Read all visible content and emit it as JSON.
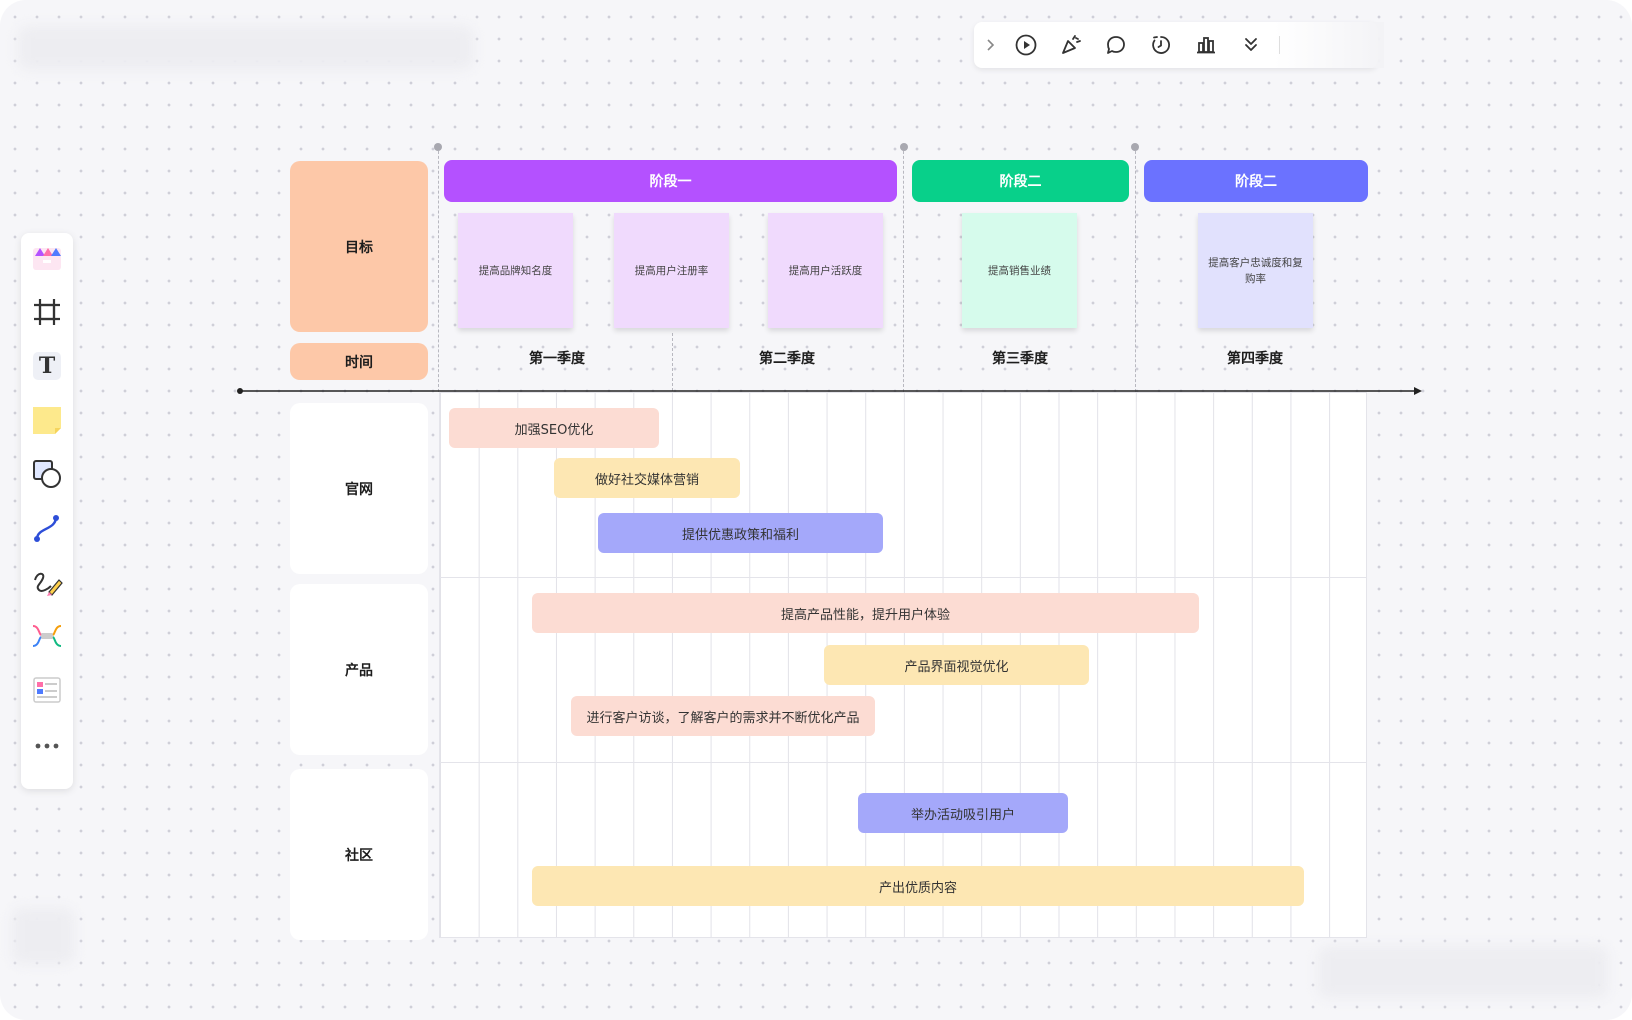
{
  "topbar": {
    "icons": [
      "chevron-right-icon",
      "play-icon",
      "party-icon",
      "comment-icon",
      "timer-icon",
      "chart-icon",
      "double-chevron-down-icon"
    ]
  },
  "lefttoolbar": {
    "icons": [
      "template-icon",
      "frame-icon",
      "text-icon",
      "sticky-note-icon",
      "shape-icon",
      "connector-icon",
      "pen-icon",
      "mindmap-icon",
      "table-icon",
      "more-icon"
    ],
    "text_tool_label": "T"
  },
  "rows": {
    "goal": "目标",
    "time": "时间",
    "website": "官网",
    "product": "产品",
    "community": "社区"
  },
  "phases": [
    {
      "label": "阶段一",
      "color": "#b451ff"
    },
    {
      "label": "阶段二",
      "color": "#08d08a"
    },
    {
      "label": "阶段二",
      "color": "#6b72ff"
    }
  ],
  "goals": [
    "提高品牌知名度",
    "提高用户注册率",
    "提高用户活跃度",
    "提高销售业绩",
    "提高客户忠诚度和复购率"
  ],
  "quarters": [
    "第一季度",
    "第二季度",
    "第三季度",
    "第四季度"
  ],
  "tasks": {
    "website": [
      "加强SEO优化",
      "做好社交媒体营销",
      "提供优惠政策和福利"
    ],
    "product": [
      "提高产品性能，提升用户体验",
      "产品界面视觉优化",
      "进行客户访谈，了解客户的需求并不断优化产品"
    ],
    "community": [
      "举办活动吸引用户",
      "产出优质内容"
    ]
  },
  "colors": {
    "label_orange": "#fdc8a8",
    "pink": "#fcdcd3",
    "yellow": "#fde7b3",
    "blue": "#a4a8fa",
    "lavender_note": "#f0dafd",
    "mint_note": "#d6fbec",
    "periwinkle_note": "#e1e1fd"
  }
}
